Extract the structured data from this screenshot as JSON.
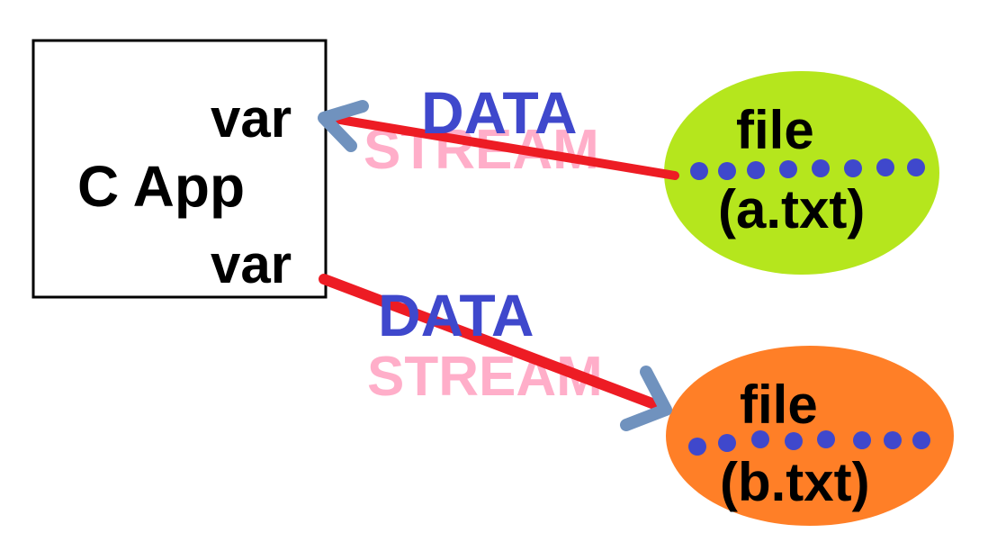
{
  "app": {
    "title": "C App",
    "var_top": "var",
    "var_bottom": "var"
  },
  "stream_top": {
    "data_label": "DATA",
    "stream_label": "STREAM"
  },
  "stream_bottom": {
    "data_label": "DATA",
    "stream_label": "STREAM"
  },
  "file_a": {
    "label": "file",
    "name": "(a.txt)",
    "color": "#b5e61d"
  },
  "file_b": {
    "label": "file",
    "name": "(b.txt)",
    "color": "#ff7f27"
  },
  "colors": {
    "stream_line": "#ed1c24",
    "arrow_head": "#7092be",
    "data_text": "#3f48cc",
    "stream_text": "#ffaec9",
    "dots": "#3f48cc",
    "box_border": "#000000"
  }
}
